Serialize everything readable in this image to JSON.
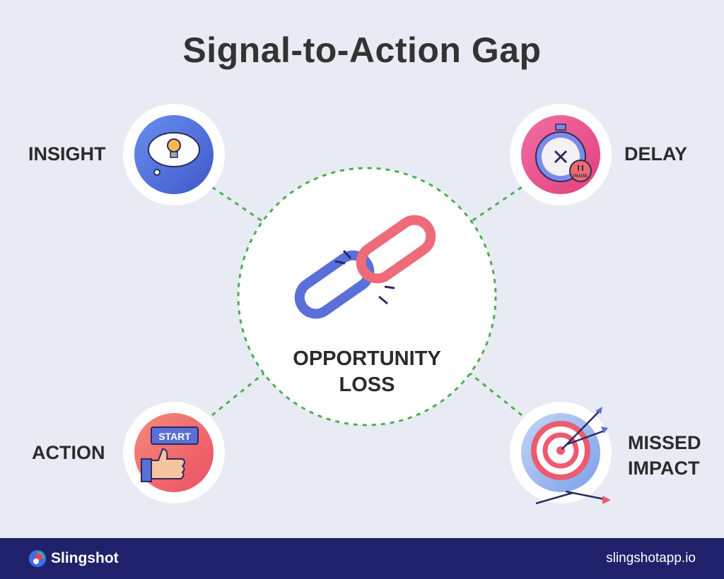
{
  "title": "Signal-to-Action Gap",
  "center": {
    "label_line1": "OPPORTUNITY",
    "label_line2": "LOSS",
    "icon": "broken-chain-icon"
  },
  "nodes": [
    {
      "label": "INSIGHT",
      "icon": "lightbulb-thought-icon",
      "color": "#4f6fd8"
    },
    {
      "label": "DELAY",
      "icon": "stopwatch-pause-icon",
      "color": "#e94a8a",
      "badge": "PAUSE"
    },
    {
      "label": "ACTION",
      "icon": "thumbs-up-start-icon",
      "color": "#f06a6a",
      "badge": "START"
    },
    {
      "label_line1": "MISSED",
      "label_line2": "IMPACT",
      "icon": "target-arrows-icon",
      "color": "#8fb2ea"
    }
  ],
  "connector_color": "#4caf50",
  "footer": {
    "brand": "Slingshot",
    "url": "slingshotapp.io",
    "background": "#1f226b"
  }
}
